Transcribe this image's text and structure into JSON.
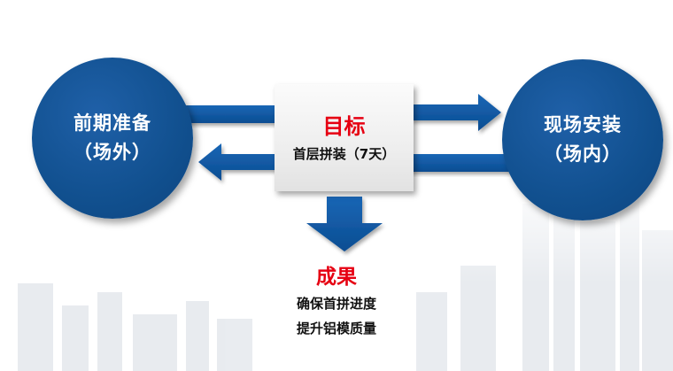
{
  "left_node": {
    "line1": "前期准备",
    "line2": "（场外）"
  },
  "right_node": {
    "line1": "现场安装",
    "line2": "（场内）"
  },
  "goal": {
    "title": "目标",
    "subtitle": "首层拼装（7天）"
  },
  "result": {
    "title": "成果",
    "lines": [
      "确保首拼进度",
      "提升铝模质量"
    ]
  },
  "colors": {
    "node_blue": "#11508f",
    "arrow_blue": "#0e5aa7",
    "accent_red": "#e60012",
    "text_dark": "#111111"
  }
}
